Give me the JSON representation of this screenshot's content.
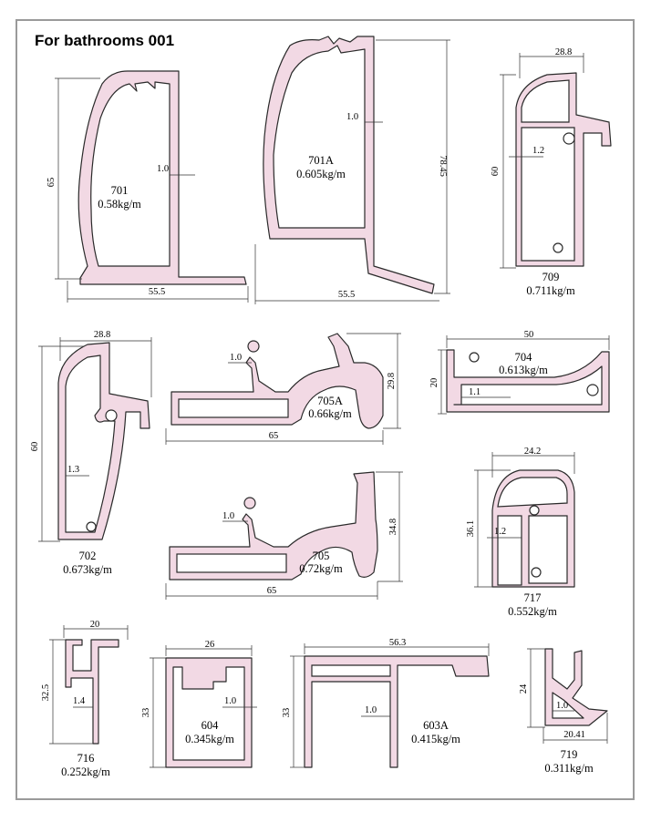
{
  "title": "For bathrooms 001",
  "colors": {
    "profile_fill": "#f2d9e4",
    "outline": "#2a2a2a",
    "frame": "#9a9a9a"
  },
  "profiles": [
    {
      "code": "701",
      "weight": "0.58kg/m",
      "dims": [
        "65",
        "55.5",
        "1.0"
      ]
    },
    {
      "code": "701A",
      "weight": "0.605kg/m",
      "dims": [
        "78.45",
        "55.5",
        "1.0"
      ]
    },
    {
      "code": "709",
      "weight": "0.711kg/m",
      "dims": [
        "28.8",
        "60",
        "1.2"
      ]
    },
    {
      "code": "702",
      "weight": "0.673kg/m",
      "dims": [
        "28.8",
        "60",
        "1.3"
      ]
    },
    {
      "code": "705A",
      "weight": "0.66kg/m",
      "dims": [
        "1.0",
        "29.8",
        "65"
      ]
    },
    {
      "code": "704",
      "weight": "0.613kg/m",
      "dims": [
        "50",
        "20",
        "1.1"
      ]
    },
    {
      "code": "705",
      "weight": "0.72kg/m",
      "dims": [
        "1.0",
        "34.8",
        "65"
      ]
    },
    {
      "code": "717",
      "weight": "0.552kg/m",
      "dims": [
        "24.2",
        "36.1",
        "1.2"
      ]
    },
    {
      "code": "716",
      "weight": "0.252kg/m",
      "dims": [
        "20",
        "32.5",
        "1.4"
      ]
    },
    {
      "code": "604",
      "weight": "0.345kg/m",
      "dims": [
        "26",
        "33",
        "1.0"
      ]
    },
    {
      "code": "603A",
      "weight": "0.415kg/m",
      "dims": [
        "56.3",
        "33",
        "1.0"
      ]
    },
    {
      "code": "719",
      "weight": "0.311kg/m",
      "dims": [
        "24",
        "20.41",
        "1.0"
      ]
    }
  ]
}
